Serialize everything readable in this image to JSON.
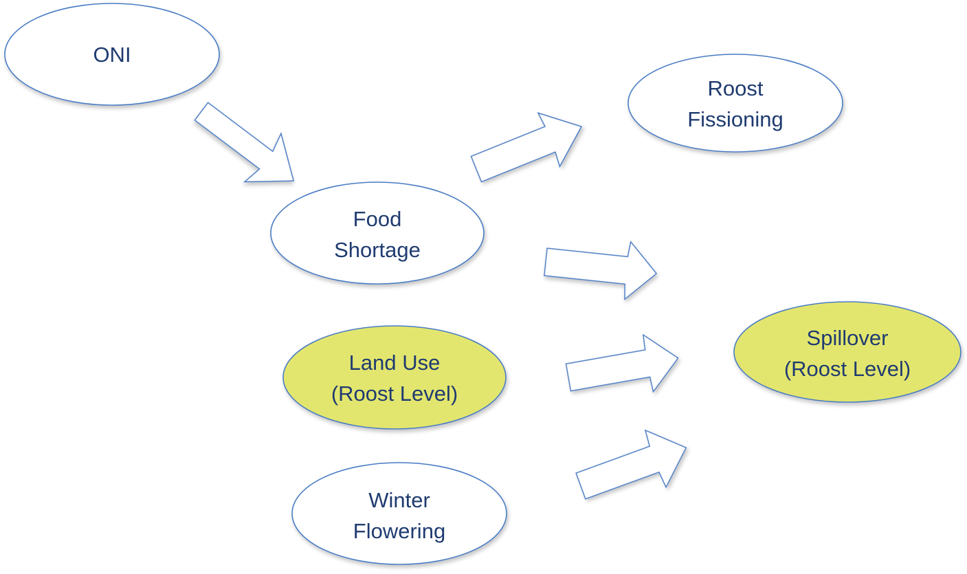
{
  "colors": {
    "node_default_fill": "#ffffff",
    "node_highlight_fill": "#e3e66e",
    "node_stroke": "#4a7cc4",
    "text": "#1f3b70",
    "arrow_fill": "#ffffff",
    "arrow_stroke": "#4a7cc4"
  },
  "nodes": {
    "oni": {
      "line1": "ONI",
      "highlighted": false
    },
    "roost_fissioning": {
      "line1": "Roost",
      "line2": "Fissioning",
      "highlighted": false
    },
    "food_shortage": {
      "line1": "Food",
      "line2": "Shortage",
      "highlighted": false
    },
    "land_use": {
      "line1": "Land Use",
      "line2": "(Roost Level)",
      "highlighted": true
    },
    "spillover": {
      "line1": "Spillover",
      "line2": "(Roost Level)",
      "highlighted": true
    },
    "winter_flowering": {
      "line1": "Winter",
      "line2": "Flowering",
      "highlighted": false
    }
  },
  "edges": [
    {
      "from": "ONI",
      "to": "Food Shortage"
    },
    {
      "from": "Food Shortage",
      "to": "Roost Fissioning"
    },
    {
      "from": "Food Shortage",
      "to": "Spillover (Roost Level)"
    },
    {
      "from": "Land Use (Roost Level)",
      "to": "Spillover (Roost Level)"
    },
    {
      "from": "Winter Flowering",
      "to": "Spillover (Roost Level)"
    }
  ]
}
